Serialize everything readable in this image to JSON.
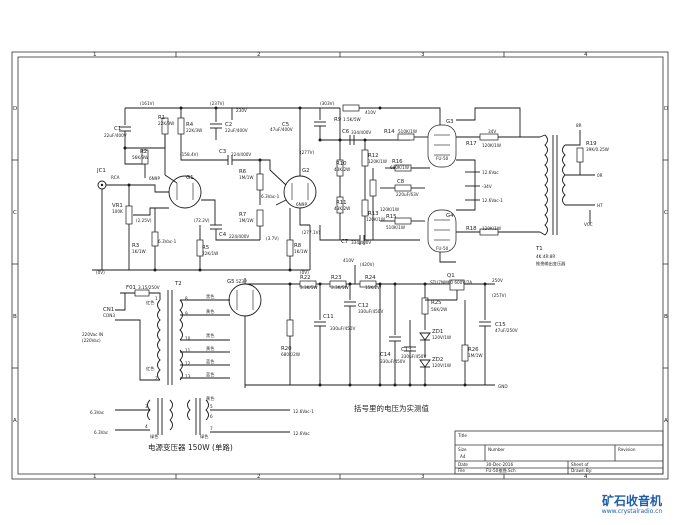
{
  "frame": {
    "zone_numbers": [
      "1",
      "2",
      "3",
      "4"
    ],
    "zone_letters": [
      "D",
      "C",
      "B",
      "A"
    ]
  },
  "labels": {
    "C1": "C1",
    "C1v": "22uF/400V",
    "R1": "R1",
    "R1v": "22K/3W",
    "R4": "R4",
    "R4v": "22K/3W",
    "R2": "R2",
    "R2v": "56K/3W",
    "C2": "C2",
    "C2v": "22uF/400V",
    "v161": "(161V)",
    "v237": "(237V)",
    "v230": "230V",
    "v1584": "(158.4V)",
    "C3": "C3",
    "C3v": "224/400V",
    "JC1": "JC1",
    "RCA": "RCA",
    "G1": "G1",
    "g6n9": "6N9P",
    "VR1": "VR1",
    "VR1v": "100K",
    "v225": "(2.25V)",
    "R3": "R3",
    "R3v": "1K/1W",
    "h63": "6.3Vac-1",
    "R6": "R6",
    "R6v": "1M/1W",
    "R7": "R7",
    "R7v": "1M/1W",
    "v722": "(72.2V)",
    "C4": "C4",
    "C4v": "224/400V",
    "R5": "R5",
    "R5v": "22K/1W",
    "G2": "G2",
    "g6n9b": "6N9P",
    "h63b": "6.3Vac-1",
    "v37": "(3.7V)",
    "R8": "R8",
    "R8v": "1K/1W",
    "gnd": "(0V)",
    "C5": "C5",
    "C5v": "47uF/400V",
    "v303": "(303V)",
    "v277": "(277V)",
    "R9": "R9",
    "R9v": "1.5K/5W",
    "v410": "410V",
    "C6": "C6",
    "C6v": "334/400V",
    "R10": "R10",
    "R10v": "43K/2W",
    "R11": "R11",
    "R11v": "43K/2W",
    "R12": "R12",
    "R12v": "120K/1W",
    "R13": "R13",
    "R13v": "120K/1W",
    "R14": "R14",
    "R14v": "510K/1W",
    "R15": "R15",
    "R15v": "510K/1W",
    "R16": "R16",
    "R16v": "680K/1W",
    "C8": "C8",
    "C8v": "220uF/63V",
    "C8b": "120K/1W",
    "C7": "C7",
    "C7v": "334/400V",
    "v2771": "(277.1V)",
    "G3": "G3",
    "G3t": "FU-50",
    "G4": "G4",
    "G4t": "FU-50",
    "h126": "12.6Vac",
    "h126b": "12.6Vac-1",
    "vm34": "-34V",
    "R17": "R17",
    "R17v": "120K/1W",
    "R18": "R18",
    "R18v": "120K/1W",
    "v34": "34V",
    "T1": "T1",
    "T1a": "4K:4R:8R",
    "T1b": "推挽输出变压器",
    "out8": "8R",
    "R19": "R19",
    "R19v": "39K/0.25W",
    "outGnd": "0R",
    "outHt": "HT",
    "vcc": "VCC",
    "F01": "F01",
    "F01v": "3.15/250V",
    "T2": "T2",
    "CN1": "CN1",
    "CN1t": "CON3",
    "ac1": "220Vac IN",
    "ac2": "(220Vac)",
    "red1": "红色",
    "red2": "红色",
    "yel1": "黄色",
    "yel2": "黄色",
    "yel3": "黄色",
    "blu1": "蓝色",
    "blu2": "蓝色",
    "blk1": "黑色",
    "blk2": "黑色",
    "grn1": "绿色",
    "grn2": "绿色",
    "G5": "G5",
    "G5t": "5Z3P",
    "w8": "8",
    "w9": "9",
    "w10": "10",
    "w11": "11",
    "w12": "12",
    "w13": "13",
    "w1": "1",
    "w2": "2",
    "w3": "3",
    "w4": "4",
    "w5": "5",
    "w6": "6",
    "w7": "7",
    "h63c": "6.3Vac",
    "h63d": "6.3Vac",
    "h126c": "12.6Vac-1",
    "h126d": "12.6Vac",
    "R22": "R22",
    "R22v": "3.3K/5W",
    "R23": "R23",
    "R23v": "3.3K/5W",
    "R24": "R24",
    "R24v": "15K/2W",
    "R20": "R20",
    "R20v": "680K/2W",
    "C11": "C11",
    "C11v": "330uF/450V",
    "C12": "C12",
    "C12v": "330uF/450V",
    "C13": "C13",
    "C13v": "330uF/450V",
    "C14": "C14",
    "C14v": "330uF/450V",
    "Q1": "Q1",
    "Q1v": "STU7NM60 600V/7A",
    "R25": "R25",
    "R25v": "56K/2W",
    "ZD1": "ZD1",
    "ZD1v": "120V/1W",
    "ZD2": "ZD2",
    "ZD2v": "120V/1W",
    "R26": "R26",
    "R26v": "1M/1W",
    "C15": "C15",
    "C15v": "47uF/250V",
    "v420": "(420V)",
    "v410b": "410V",
    "v250": "250V",
    "v257": "(257V)",
    "gndBus": "GND",
    "note": "括号里的电压为实测值",
    "ptxt": "电源变压器 150W (单路)"
  },
  "title_block": {
    "title": "Title",
    "size": "Size",
    "size_v": "A4",
    "number": "Number",
    "revision": "Revision",
    "date": "Date",
    "date_v": "30-Dec-2016",
    "file": "File",
    "file_v": "FU-50推挽.Sch",
    "sheet": "Sheet of",
    "drawn": "Drawn By:"
  },
  "logo": {
    "main": "矿石收音机",
    "url": "www.crystalradio.cn"
  }
}
